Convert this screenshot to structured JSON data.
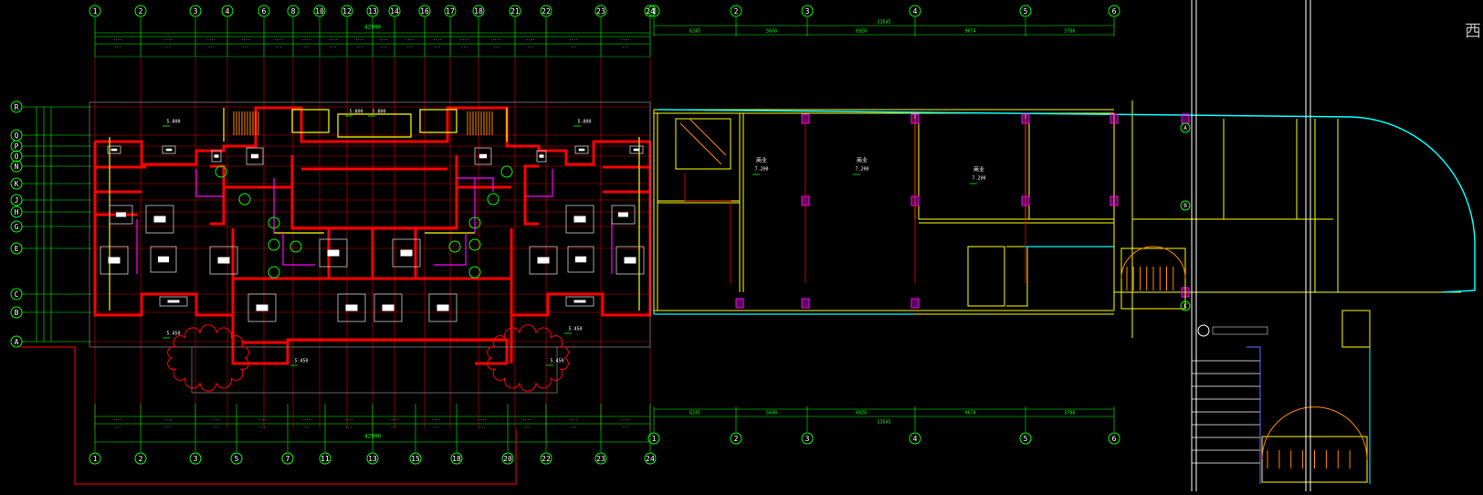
{
  "colors": {
    "background": "#000000",
    "grid_bubble": "#00ff00",
    "grid_line": "#ff0000",
    "wall_primary": "#ff0000",
    "wall_secondary": "#ffff00",
    "magenta": "#ff00ff",
    "cyan": "#00ffff",
    "dimension": "#00ff00",
    "white": "#ffffff",
    "orange": "#ff8800"
  },
  "left_plan": {
    "top_axes": [
      "1",
      "2",
      "3",
      "4",
      "6",
      "8",
      "10",
      "12",
      "13",
      "14",
      "16",
      "17",
      "18",
      "21",
      "22",
      "23",
      "24"
    ],
    "bottom_axes": [
      "1",
      "2",
      "3",
      "5",
      "7",
      "11",
      "13",
      "15",
      "18",
      "20",
      "22",
      "23",
      "24"
    ],
    "side_axes": [
      "R",
      "Q",
      "P",
      "O",
      "N",
      "K",
      "J",
      "H",
      "G",
      "E",
      "C",
      "B",
      "A"
    ],
    "overall_dimension": "42900",
    "elevation_labels": [
      "5.800",
      "5.800",
      "5.800",
      "5.800",
      "5.450",
      "5.450",
      "5.450",
      "5.450"
    ]
  },
  "right_plan": {
    "axes": [
      "1",
      "2",
      "3",
      "4",
      "5",
      "6"
    ],
    "overall_dimension": "33545",
    "segment_dims": [
      "6245",
      "5600",
      "6920",
      "9674",
      "5706"
    ],
    "room_labels": [
      "商业",
      "商业",
      "商业"
    ],
    "room_elevations": [
      "7.200",
      "7.200",
      "7.200"
    ],
    "side_axes": [
      "A",
      "B",
      "C"
    ]
  },
  "corner_glyph": "西"
}
